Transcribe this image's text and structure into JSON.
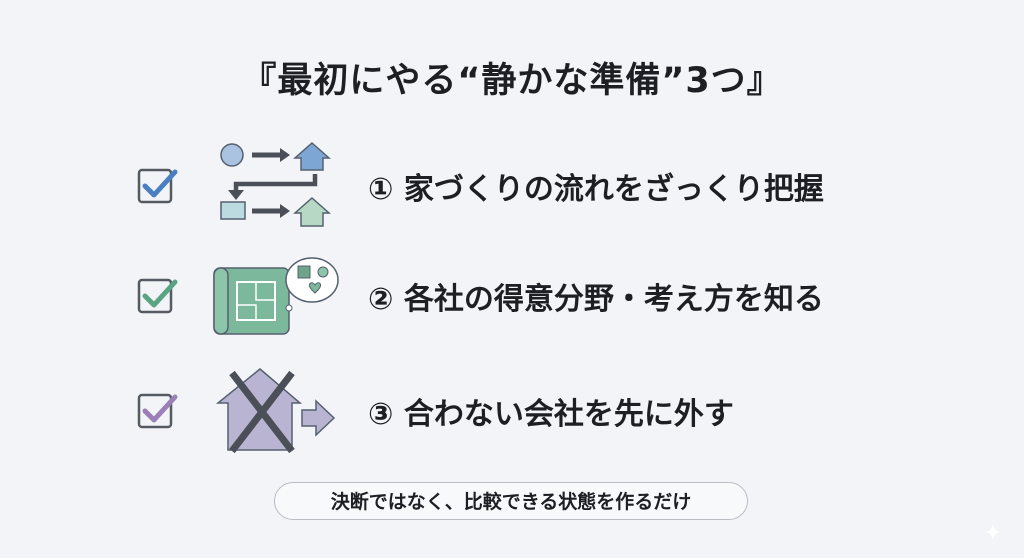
{
  "title": "『最初にやる“静かな準備”3つ』",
  "items": [
    {
      "label": "① 家づくりの流れをざっくり把握",
      "check_color": "#4a7fc1",
      "icon": "flow-diagram-icon"
    },
    {
      "label": "② 各社の得意分野・考え方を知る",
      "check_color": "#5aa483",
      "icon": "blueprint-thought-icon"
    },
    {
      "label": "③ 合わない会社を先に外す",
      "check_color": "#9a7fb8",
      "icon": "crossed-house-icon"
    }
  ],
  "footer_note": "決断ではなく、比較できる状態を作るだけ"
}
